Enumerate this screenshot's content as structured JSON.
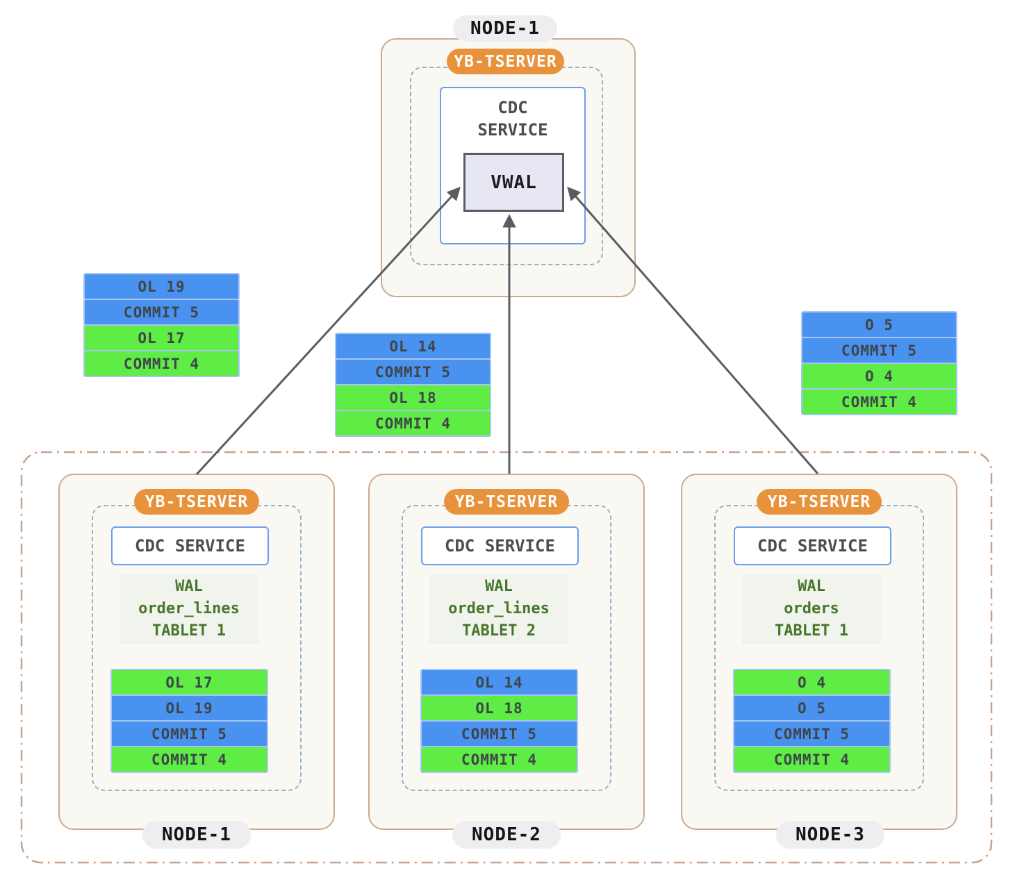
{
  "palette": {
    "row_blue": "#4a92f0",
    "row_green": "#5fec45",
    "row_border": "#a7c6f5",
    "row_text": "#3f4549",
    "orange": "#e8923c",
    "node_border": "#c9ab92",
    "node_bg": "#faf8f3",
    "pill_bg": "#eeeef1",
    "dashed": "#97b1c6",
    "cdc_border": "#6d9eeb",
    "vwal_bg": "#e7e7f3",
    "vwal_border": "#595d63",
    "wal_bg": "#f0f4ec",
    "wal_text": "#47762c",
    "arrow": "#595d63",
    "outer_border": "#c6a28c"
  },
  "top_node": {
    "label": "NODE-1",
    "tserver_badge": "YB-TSERVER",
    "cdc_service": "CDC SERVICE",
    "vwal_label": "VWAL"
  },
  "floating_stacks": [
    {
      "name": "changes-from-node1",
      "rows": [
        {
          "label": "OL 19",
          "color": "blue"
        },
        {
          "label": "COMMIT 5",
          "color": "blue"
        },
        {
          "label": "OL 17",
          "color": "green"
        },
        {
          "label": "COMMIT 4",
          "color": "green"
        }
      ]
    },
    {
      "name": "changes-from-node2",
      "rows": [
        {
          "label": "OL 14",
          "color": "blue"
        },
        {
          "label": "COMMIT 5",
          "color": "blue"
        },
        {
          "label": "OL 18",
          "color": "green"
        },
        {
          "label": "COMMIT 4",
          "color": "green"
        }
      ]
    },
    {
      "name": "changes-from-node3",
      "rows": [
        {
          "label": "O 5",
          "color": "blue"
        },
        {
          "label": "COMMIT 5",
          "color": "blue"
        },
        {
          "label": "O 4",
          "color": "green"
        },
        {
          "label": "COMMIT 4",
          "color": "green"
        }
      ]
    }
  ],
  "cluster": {
    "nodes": [
      {
        "label": "NODE-1",
        "tserver_badge": "YB-TSERVER",
        "cdc_service": "CDC SERVICE",
        "wal": {
          "line1": "WAL",
          "line2": "order_lines",
          "line3": "TABLET 1"
        },
        "rows": [
          {
            "label": "OL 17",
            "color": "green"
          },
          {
            "label": "OL 19",
            "color": "blue"
          },
          {
            "label": "COMMIT 5",
            "color": "blue"
          },
          {
            "label": "COMMIT 4",
            "color": "green"
          }
        ]
      },
      {
        "label": "NODE-2",
        "tserver_badge": "YB-TSERVER",
        "cdc_service": "CDC SERVICE",
        "wal": {
          "line1": "WAL",
          "line2": "order_lines",
          "line3": "TABLET 2"
        },
        "rows": [
          {
            "label": "OL 14",
            "color": "blue"
          },
          {
            "label": "OL 18",
            "color": "green"
          },
          {
            "label": "COMMIT 5",
            "color": "blue"
          },
          {
            "label": "COMMIT 4",
            "color": "green"
          }
        ]
      },
      {
        "label": "NODE-3",
        "tserver_badge": "YB-TSERVER",
        "cdc_service": "CDC SERVICE",
        "wal": {
          "line1": "WAL",
          "line2": "orders",
          "line3": "TABLET 1"
        },
        "rows": [
          {
            "label": "O 4",
            "color": "green"
          },
          {
            "label": "O 5",
            "color": "blue"
          },
          {
            "label": "COMMIT 5",
            "color": "blue"
          },
          {
            "label": "COMMIT 4",
            "color": "green"
          }
        ]
      }
    ]
  }
}
